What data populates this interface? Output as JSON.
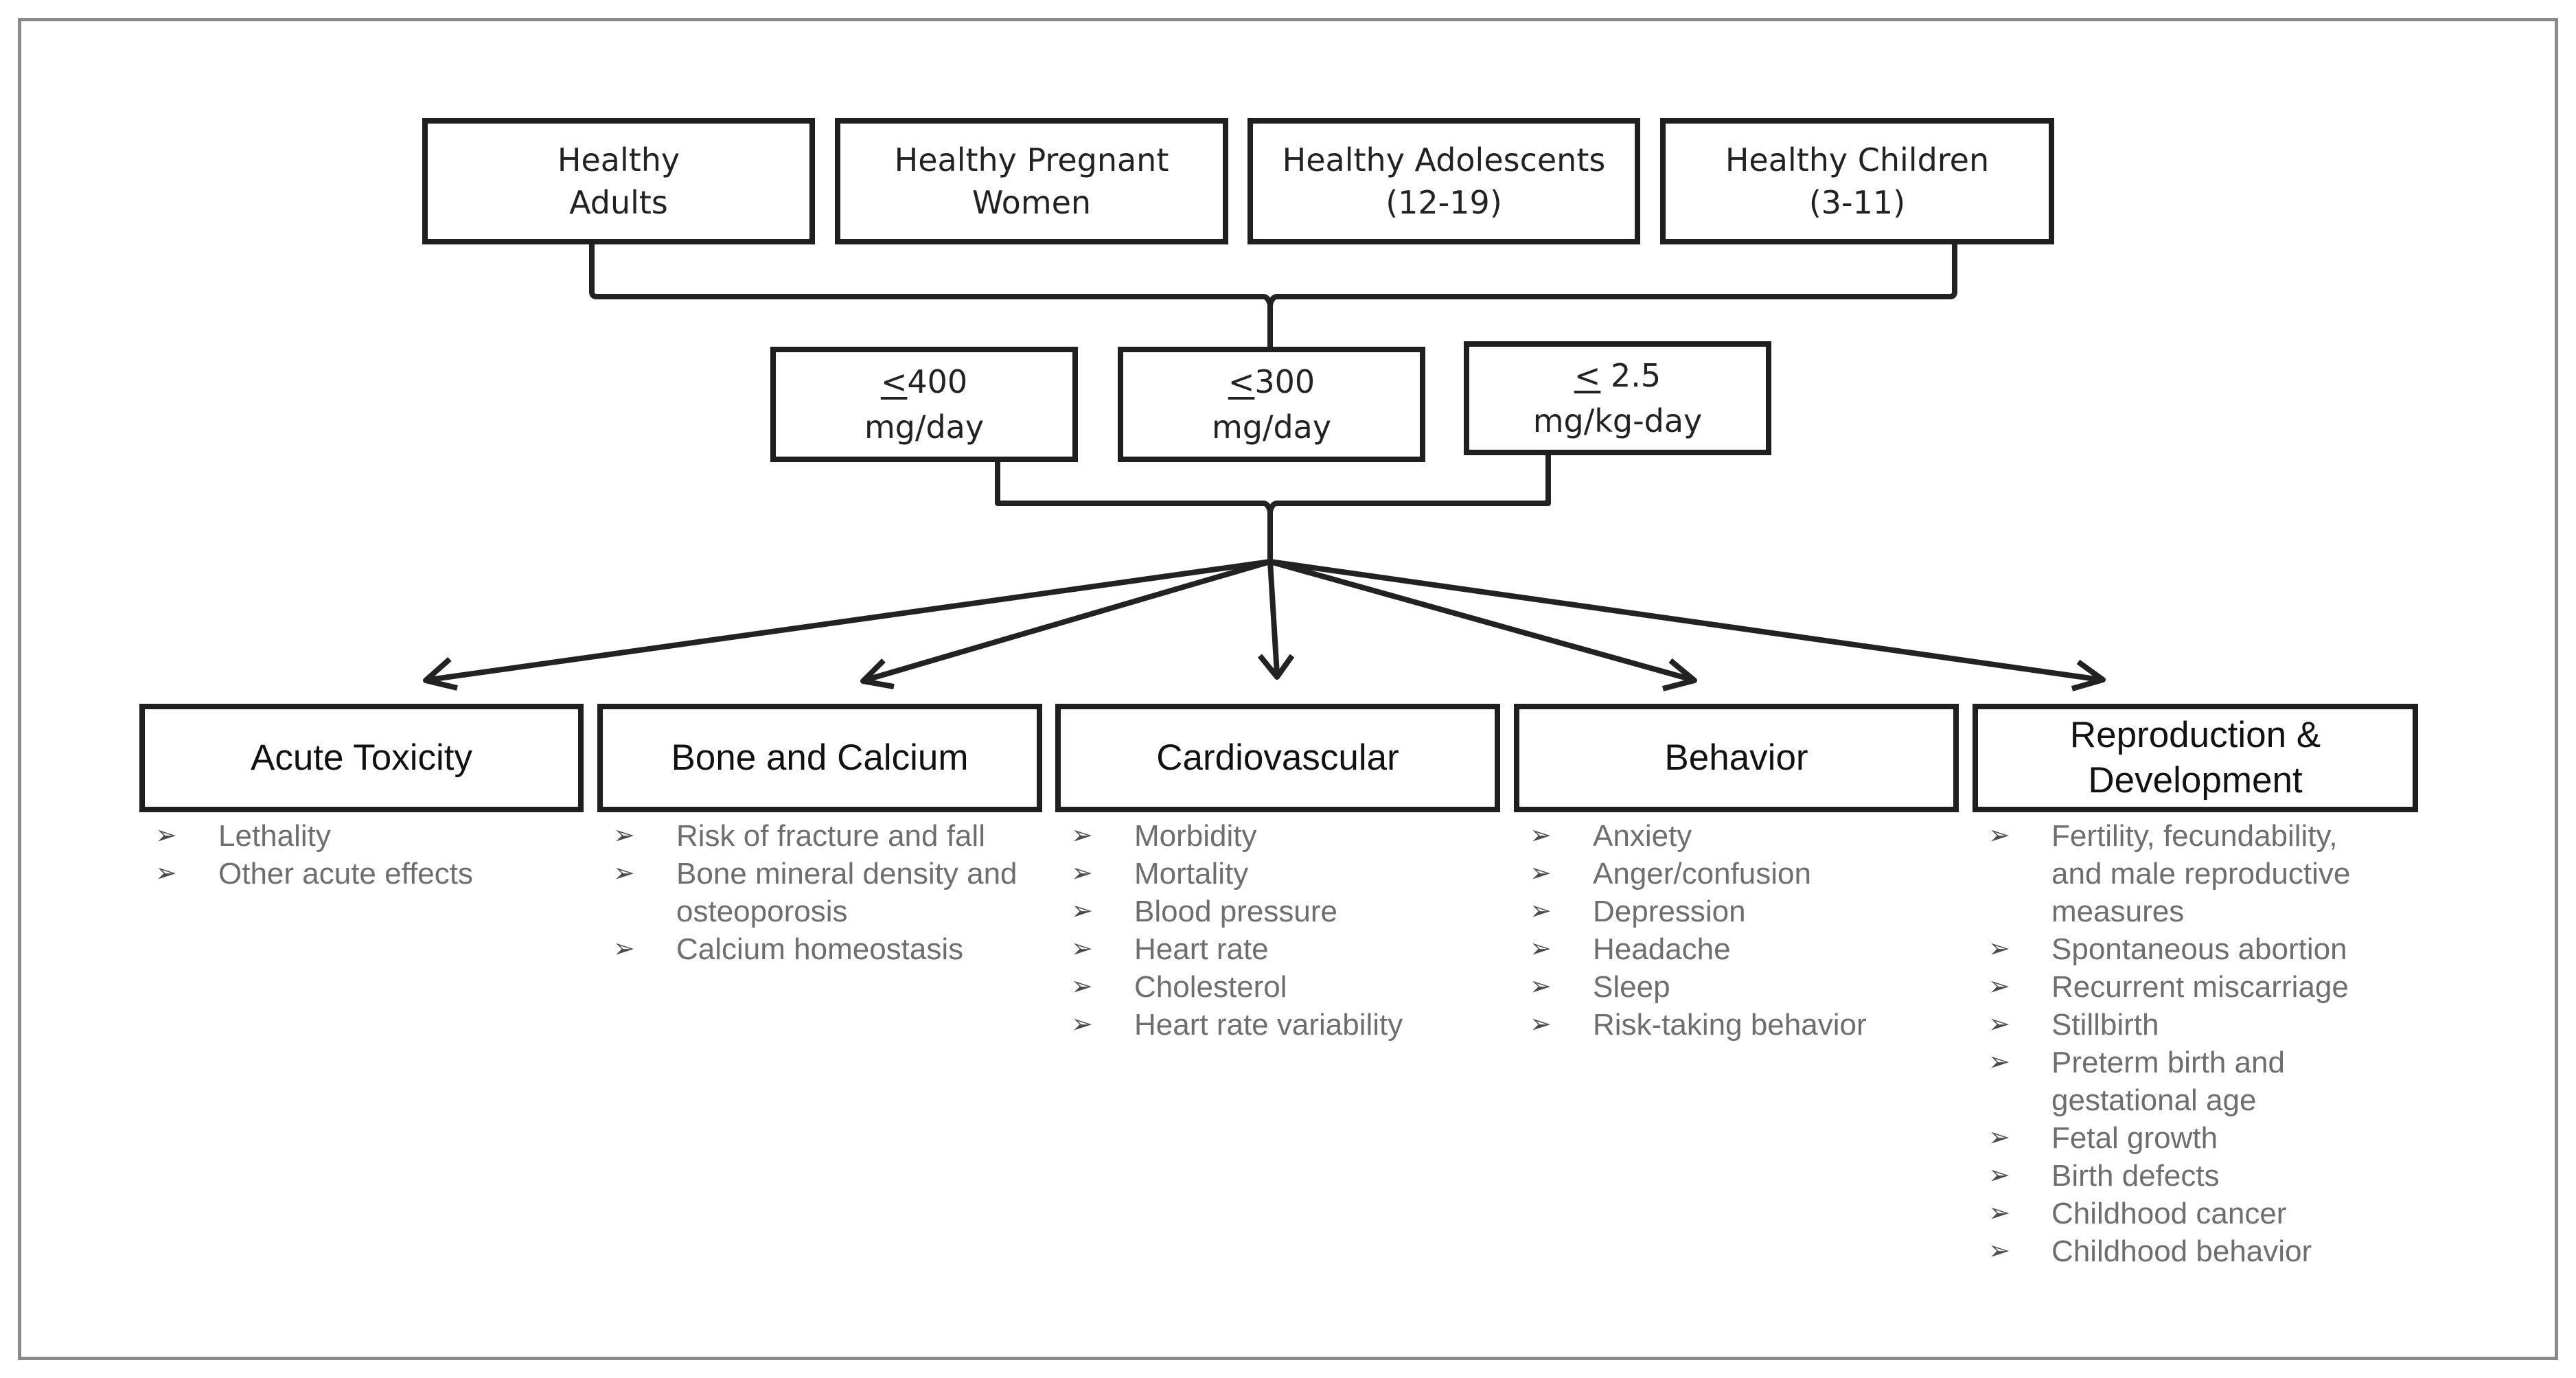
{
  "populations": [
    {
      "label": "Healthy\nAdults"
    },
    {
      "label": "Healthy Pregnant\nWomen"
    },
    {
      "label": "Healthy Adolescents\n(12-19)"
    },
    {
      "label": "Healthy Children\n(3-11)"
    }
  ],
  "doses": [
    {
      "symbol": "<",
      "value": "400",
      "unit": "mg/day"
    },
    {
      "symbol": "<",
      "value": "300",
      "unit": "mg/day"
    },
    {
      "symbol": "<",
      "value": " 2.5",
      "unit": "mg/kg-day"
    }
  ],
  "outcomes": [
    {
      "title": "Acute Toxicity",
      "items": [
        "Lethality",
        "Other acute effects"
      ]
    },
    {
      "title": "Bone and Calcium",
      "items": [
        "Risk of fracture and fall",
        "Bone mineral density and\nosteoporosis",
        "Calcium homeostasis"
      ]
    },
    {
      "title": "Cardiovascular",
      "items": [
        "Morbidity",
        "Mortality",
        "Blood pressure",
        "Heart rate",
        "Cholesterol",
        "Heart rate variability"
      ]
    },
    {
      "title": "Behavior",
      "items": [
        "Anxiety",
        "Anger/confusion",
        "Depression",
        "Headache",
        "Sleep",
        "Risk-taking behavior"
      ]
    },
    {
      "title": "Reproduction &\nDevelopment",
      "items": [
        "Fertility, fecundability,\nand male reproductive\nmeasures",
        "Spontaneous abortion",
        "Recurrent miscarriage",
        "Stillbirth",
        "Preterm birth and\ngestational age",
        "Fetal growth",
        "Birth defects",
        "Childhood cancer",
        "Childhood behavior"
      ]
    }
  ]
}
